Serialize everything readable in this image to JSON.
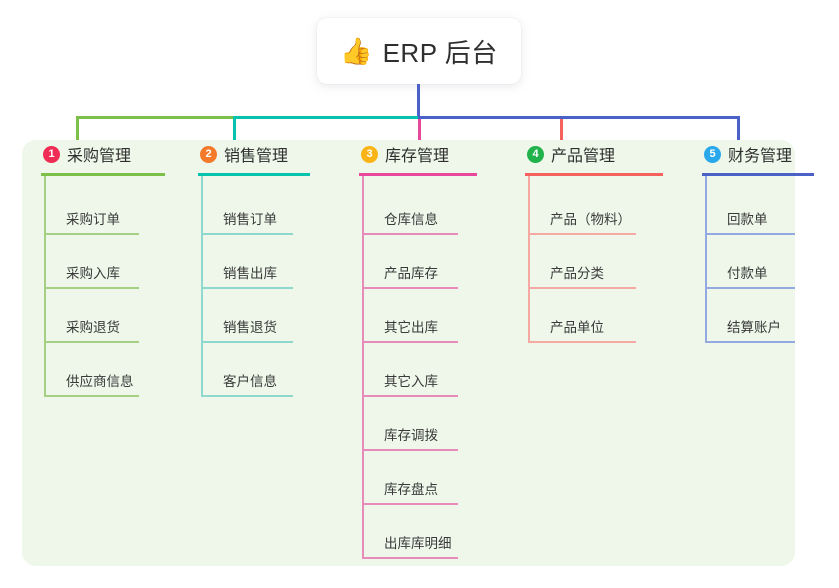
{
  "diagram": {
    "type": "mind-map",
    "root": {
      "icon": "thumbs-up-icon",
      "icon_glyph": "👍",
      "title": "ERP 后台"
    },
    "panel_bg": "#eef7e9",
    "trunk_color": "#4a62c8",
    "branches": [
      {
        "number": "1",
        "title": "采购管理",
        "badge_color": "#ef2c54",
        "line_color": "#7cc04a",
        "leaf_line_color": "#a5d083",
        "items": [
          "采购订单",
          "采购入库",
          "采购退货",
          "供应商信息"
        ]
      },
      {
        "number": "2",
        "title": "销售管理",
        "badge_color": "#f5792a",
        "line_color": "#06c3ae",
        "leaf_line_color": "#8fd8cd",
        "items": [
          "销售订单",
          "销售出库",
          "销售退货",
          "客户信息"
        ]
      },
      {
        "number": "3",
        "title": "库存管理",
        "badge_color": "#fbb416",
        "line_color": "#e8489b",
        "leaf_line_color": "#e78bba",
        "items": [
          "仓库信息",
          "产品库存",
          "其它出库",
          "其它入库",
          "库存调拨",
          "库存盘点",
          "出库库明细"
        ]
      },
      {
        "number": "4",
        "title": "产品管理",
        "badge_color": "#21b24b",
        "line_color": "#f4625e",
        "leaf_line_color": "#f6a9a3",
        "items": [
          "产品（物料）",
          "产品分类",
          "产品单位"
        ]
      },
      {
        "number": "5",
        "title": "财务管理",
        "badge_color": "#2aa8ec",
        "line_color": "#4a62c8",
        "leaf_line_color": "#93a9e0",
        "items": [
          "回款单",
          "付款单",
          "结算账户"
        ]
      }
    ]
  }
}
